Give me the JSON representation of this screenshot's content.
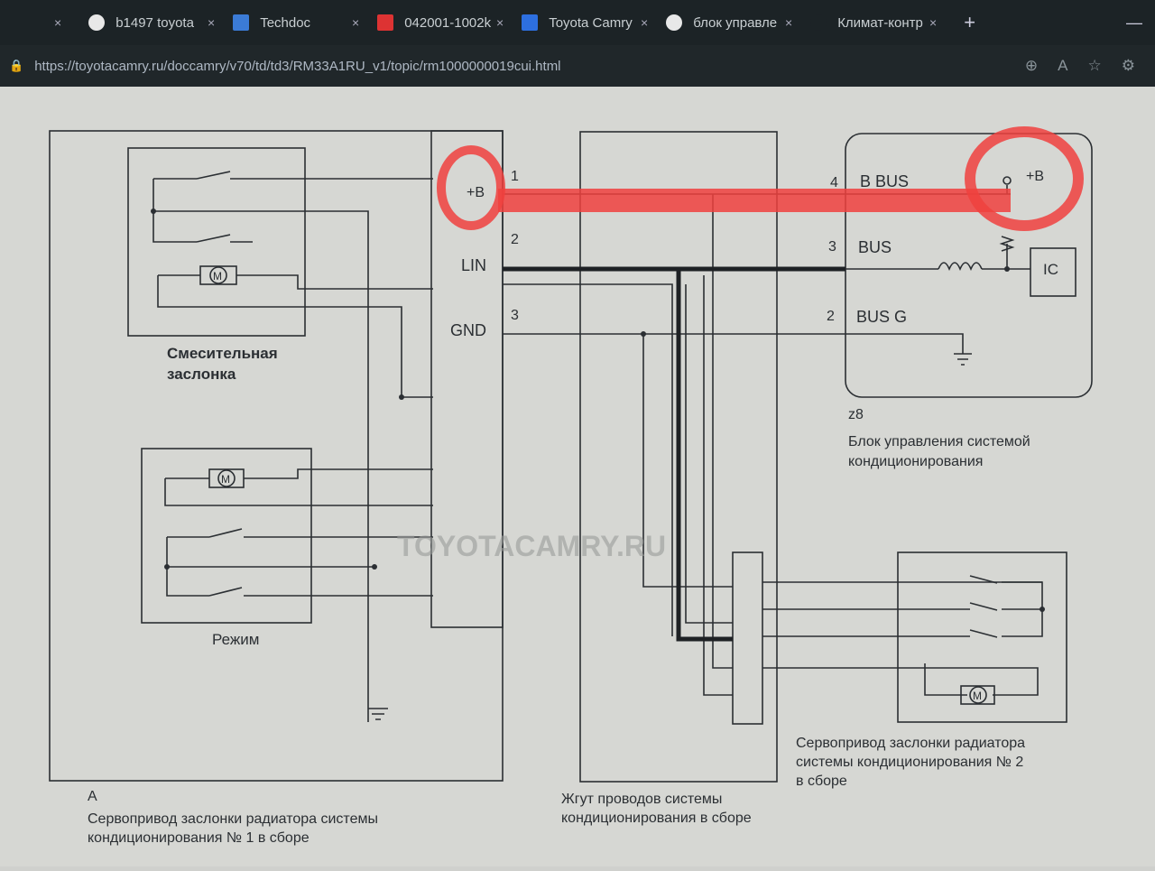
{
  "browser": {
    "tabs": [
      {
        "label": "b1497 toyota",
        "icon": "google-icon",
        "color": "#e8e8e8"
      },
      {
        "label": "Techdoc",
        "icon": "techdoc-icon",
        "color": "#3b7bd6"
      },
      {
        "label": "042001-1002k",
        "icon": "pdf-icon",
        "color": "#d33"
      },
      {
        "label": "Toyota Camry",
        "icon": "site-icon",
        "color": "#2d6fe0"
      },
      {
        "label": "блок управле",
        "icon": "google-icon",
        "color": "#e8e8e8"
      },
      {
        "label": "Климат-контр",
        "icon": "site-icon",
        "color": "#1c2326"
      }
    ],
    "close_glyph": "×",
    "new_tab_glyph": "+",
    "minimize_glyph": "—",
    "url": "https://toyotacamry.ru/doccamry/v70/td/td3/RM33A1RU_v1/topic/rm1000000019cui.html"
  },
  "diagram": {
    "watermark": "TOYOTACAMRY.RU",
    "connector_A": {
      "pins": [
        {
          "num": "1",
          "name": "+B"
        },
        {
          "num": "2",
          "name": "LIN"
        },
        {
          "num": "3",
          "name": "GND"
        }
      ]
    },
    "mix_damper_label_1": "Смесительная",
    "mix_damper_label_2": "заслонка",
    "mode_label": "Режим",
    "motor_symbol": "M",
    "A_code": "A",
    "A_caption_1": "Сервопривод заслонки радиатора системы",
    "A_caption_2": "кондиционирования № 1 в сборе",
    "harness_caption_1": "Жгут проводов системы",
    "harness_caption_2": "кондиционирования в сборе",
    "z8": {
      "pins": [
        {
          "num": "4",
          "name": "B BUS"
        },
        {
          "num": "3",
          "name": "BUS"
        },
        {
          "num": "2",
          "name": "BUS G"
        }
      ],
      "plus_b": "+B",
      "ic": "IC",
      "code": "z8",
      "caption_1": "Блок управления системой",
      "caption_2": "кондиционирования"
    },
    "servo2_caption_1": "Сервопривод заслонки радиатора",
    "servo2_caption_2": "системы кондиционирования № 2",
    "servo2_caption_3": "в сборе",
    "annotation_color": "#f0413e"
  }
}
